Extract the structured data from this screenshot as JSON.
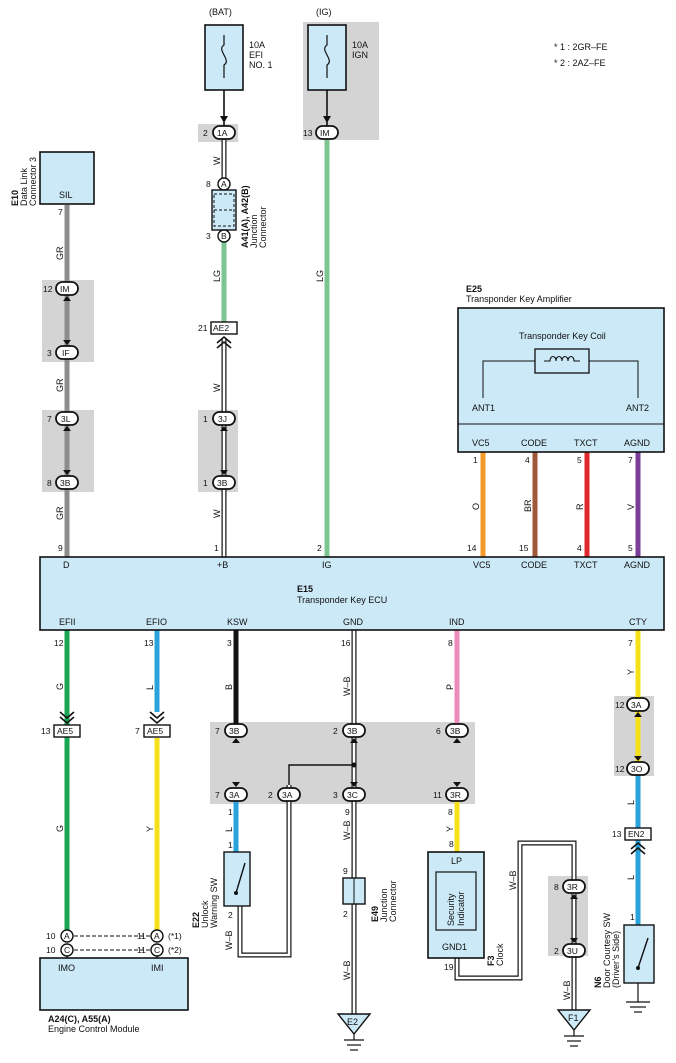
{
  "notes": [
    "* 1 : 2GR–FE",
    "* 2 : 2AZ–FE"
  ],
  "power": {
    "bat": {
      "label": "(BAT)",
      "fuse_rating": "10A",
      "fuse_name_1": "EFI",
      "fuse_name_2": "NO. 1"
    },
    "ig": {
      "label": "(IG)",
      "fuse_rating": "10A",
      "fuse_name": "IGN"
    }
  },
  "components": {
    "e10": {
      "code": "E10",
      "name_1": "Data Link",
      "name_2": "Connector 3",
      "pin_name": "SIL"
    },
    "a41": {
      "code": "A41(A), A42(B)",
      "name_1": "Junction",
      "name_2": "Connector"
    },
    "e25": {
      "code": "E25",
      "name": "Transponder Key Amplifier",
      "coil": "Transponder Key Coil",
      "ant1": "ANT1",
      "ant2": "ANT2",
      "pins": [
        "VC5",
        "CODE",
        "TXCT",
        "AGND"
      ],
      "pin_nums": [
        "1",
        "4",
        "5",
        "7"
      ]
    },
    "e15": {
      "code": "E15",
      "name": "Transponder Key ECU",
      "top_pins": [
        "D",
        "+B",
        "IG",
        "VC5",
        "CODE",
        "TXCT",
        "AGND"
      ],
      "top_nums": [
        "9",
        "1",
        "2",
        "14",
        "15",
        "4",
        "5"
      ],
      "bottom_pins": [
        "EFII",
        "EFIO",
        "KSW",
        "GND",
        "IND",
        "CTY"
      ],
      "bottom_nums": [
        "12",
        "13",
        "3",
        "16",
        "8",
        "7"
      ]
    },
    "e22": {
      "code": "E22",
      "name_1": "Unlock",
      "name_2": "Warning SW",
      "pin1": "1",
      "pin2": "2"
    },
    "e49": {
      "code": "E49",
      "name_1": "Junction",
      "name_2": "Connector",
      "pin1": "9",
      "pin2": "2"
    },
    "f3": {
      "code": "F3",
      "name": "Clock",
      "inner_1": "Security",
      "inner_2": "Indicator",
      "lp": "LP",
      "gnd1": "GND1",
      "pin_lp": "8",
      "pin_gnd": "19"
    },
    "n6": {
      "code": "N6",
      "name_1": "Door Courtesy SW",
      "name_2": "(Driver’s Side)",
      "pin": "1"
    },
    "ecm": {
      "code": "A24(C), A55(A)",
      "name": "Engine Control Module",
      "imo": "IMO",
      "imi": "IMI"
    }
  },
  "connectors": {
    "c1A": "1A",
    "cIM": "IM",
    "cA": "A",
    "cB": "B",
    "cAE2": "AE2",
    "c3J": "3J",
    "c3B": "3B",
    "cIF": "IF",
    "c3L": "3L",
    "cAE5": "AE5",
    "c3A": "3A",
    "c3C": "3C",
    "c3R": "3R",
    "c3O": "3O",
    "cEN2": "EN2",
    "c3U": "3U",
    "cC": "C"
  },
  "pin_numbers": {
    "n2": "2",
    "n13": "13",
    "n8": "8",
    "n3": "3",
    "n21": "21",
    "n1": "1",
    "n12": "12",
    "n7": "7",
    "n6": "6",
    "n11": "11",
    "n10": "10",
    "n9": "9",
    "n19": "19"
  },
  "wire_colors": {
    "W": "W",
    "LG": "LG",
    "GR": "GR",
    "O": "O",
    "BR": "BR",
    "R": "R",
    "V": "V",
    "G": "G",
    "L": "L",
    "B": "B",
    "WB": "W–B",
    "P": "P",
    "Y": "Y"
  },
  "ecm_notes": {
    "n1": "(*1)",
    "n2": "(*2)"
  },
  "grounds": {
    "e2": "E2",
    "f1": "F1"
  },
  "colors": {
    "component_fill": "#cce9f7",
    "shade": "#d4d4d4",
    "gray": "#8c8c8c",
    "light_green": "#7cc490",
    "orange": "#f39a2a",
    "brown": "#a0583a",
    "red": "#e0282e",
    "violet": "#7a3d98",
    "green": "#1aa553",
    "blue": "#2aa3dd",
    "black": "#111111",
    "pink": "#ec8ab8",
    "yellow": "#f6e019"
  }
}
